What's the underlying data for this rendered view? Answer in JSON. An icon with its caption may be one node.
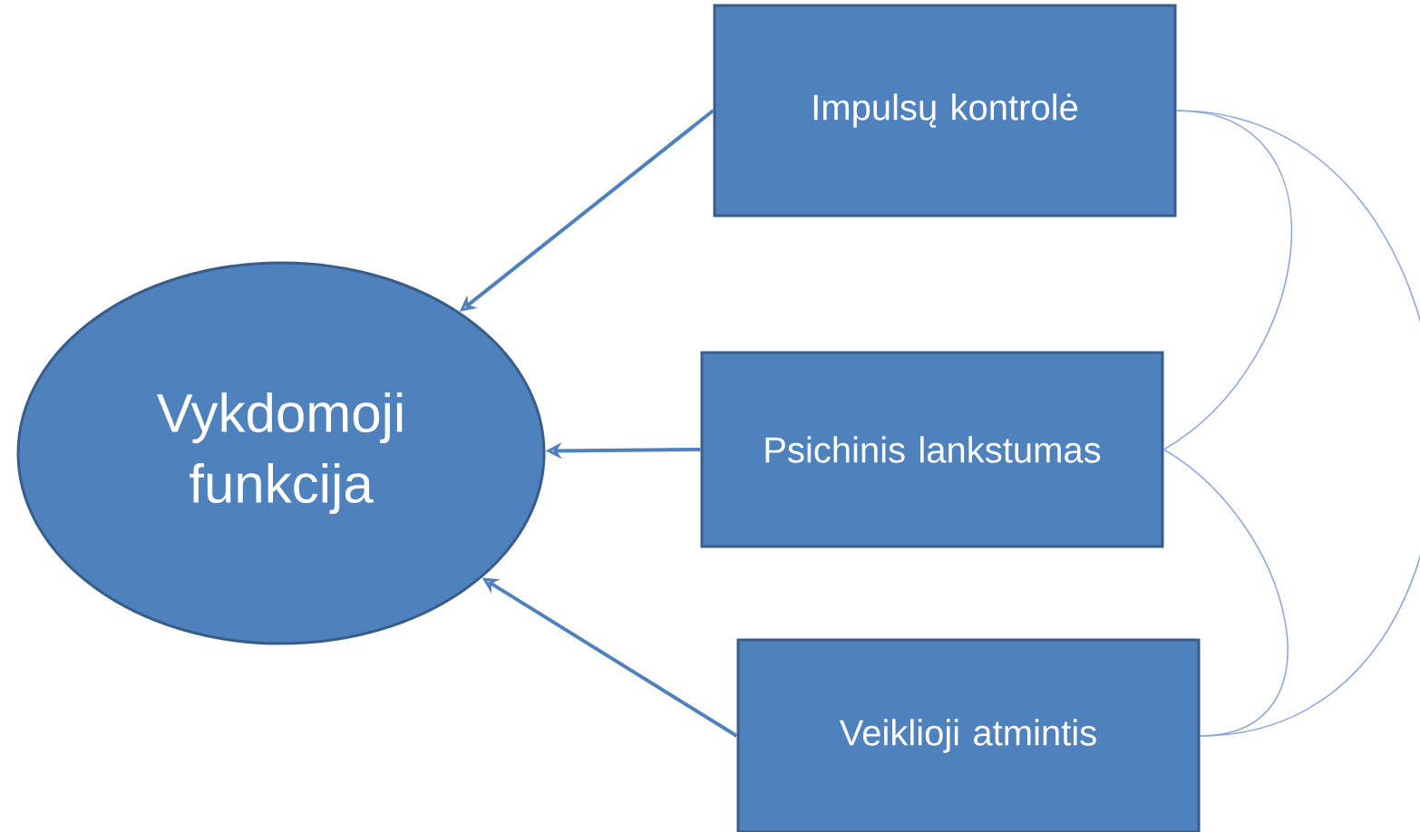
{
  "diagram": {
    "nodes": [
      {
        "text": [
          "Vykdomoji funkcija"
        ]
      },
      {
        "text": [
          "Impulsų kontrolė"
        ]
      },
      {
        "text": [
          "Psichinis lankstumas"
        ]
      },
      {
        "text": [
          "Veiklioji atmintis"
        ]
      }
    ],
    "edges": [
      {
        "from": 1,
        "to": 0,
        "arrow": "to"
      },
      {
        "from": 2,
        "to": 0,
        "arrow": "to"
      },
      {
        "from": 3,
        "to": 0,
        "arrow": "to"
      },
      {
        "from": 1,
        "to": 2,
        "arrow": "none",
        "color": "#8eaadb"
      },
      {
        "from": 2,
        "to": 3,
        "arrow": "none",
        "color": "#8eaadb"
      },
      {
        "from": 1,
        "to": 3,
        "arrow": "none",
        "color": "#8eaadb"
      }
    ]
  }
}
